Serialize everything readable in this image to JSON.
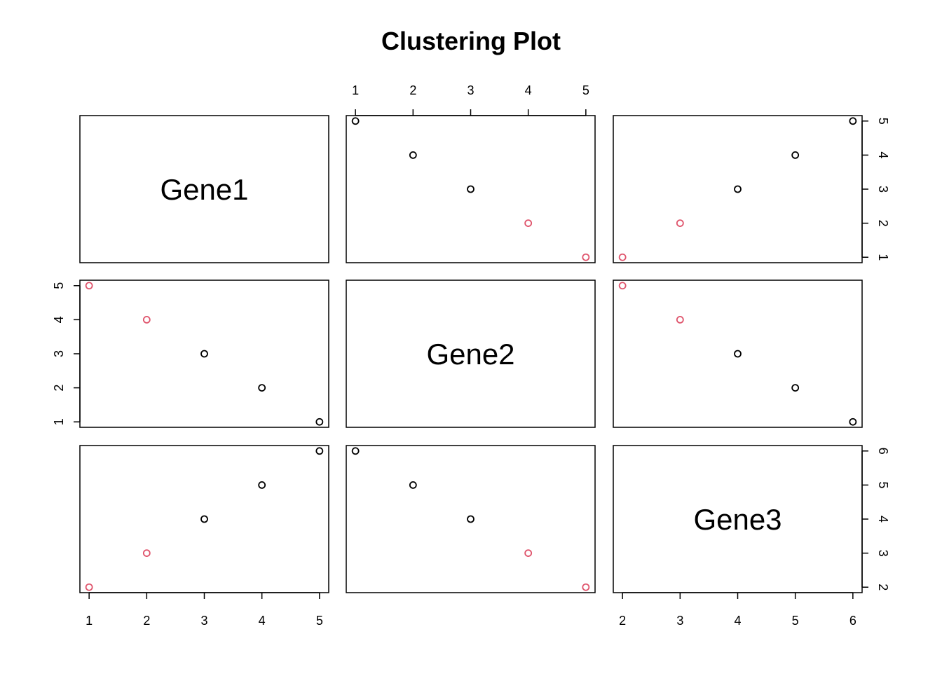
{
  "chart_data": {
    "type": "scatter",
    "subtype": "pairs-matrix",
    "title": "Clustering Plot",
    "variables": [
      {
        "name": "Gene1",
        "values": [
          1,
          2,
          3,
          4,
          5
        ],
        "range": [
          1,
          5
        ],
        "ticks": [
          1,
          2,
          3,
          4,
          5
        ]
      },
      {
        "name": "Gene2",
        "values": [
          5,
          4,
          3,
          2,
          1
        ],
        "range": [
          1,
          5
        ],
        "ticks": [
          1,
          2,
          3,
          4,
          5
        ]
      },
      {
        "name": "Gene3",
        "values": [
          2,
          3,
          4,
          5,
          6
        ],
        "range": [
          2,
          6
        ],
        "ticks": [
          2,
          3,
          4,
          5,
          6
        ]
      }
    ],
    "cluster": [
      2,
      2,
      1,
      1,
      1
    ],
    "cluster_colors": {
      "1": "#000000",
      "2": "#DF536B"
    },
    "marker": "open-circle",
    "grid": false
  }
}
